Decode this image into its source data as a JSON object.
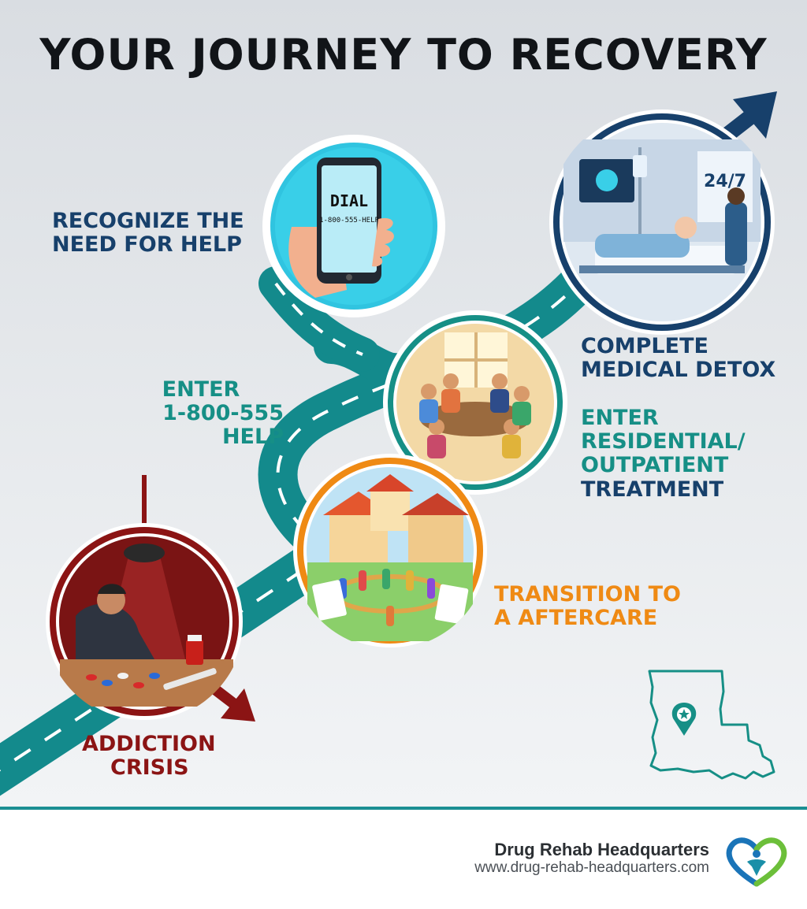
{
  "title": "YOUR JOURNEY TO RECOVERY",
  "steps": {
    "recognize": {
      "line1": "RECOGNIZE THE",
      "line2": "NEED FOR HELP"
    },
    "enter_hotline": {
      "line1": "ENTER",
      "line2": "1-800-555 HELP"
    },
    "detox": {
      "line1": "COMPLETE",
      "line2": "MEDICAL DETOX"
    },
    "treatment": {
      "line1": "ENTER",
      "line2": "RESIDENTIAL/",
      "line3": "OUTPATIENT",
      "line4": "TREATMENT"
    },
    "aftercare": {
      "line1": "TRANSITION TO",
      "line2": "A AFTERCARE"
    },
    "crisis": {
      "line1": "ADDICTION",
      "line2": "CRISIS"
    }
  },
  "phone_screen": {
    "line1": "DIAL",
    "line2": "1-800-555-HELP"
  },
  "detox_sign": "24/7",
  "footer": {
    "brand": "Drug Rehab Headquarters",
    "url": "www.drug-rehab-headquarters.com"
  },
  "colors": {
    "navy": "#17406b",
    "teal": "#168f86",
    "orange": "#ef8a14",
    "crimson": "#8b1414",
    "road": "#138a8c"
  },
  "icons": [
    "arrow-up-right-icon",
    "map-pin-star-icon",
    "heart-people-logo"
  ]
}
